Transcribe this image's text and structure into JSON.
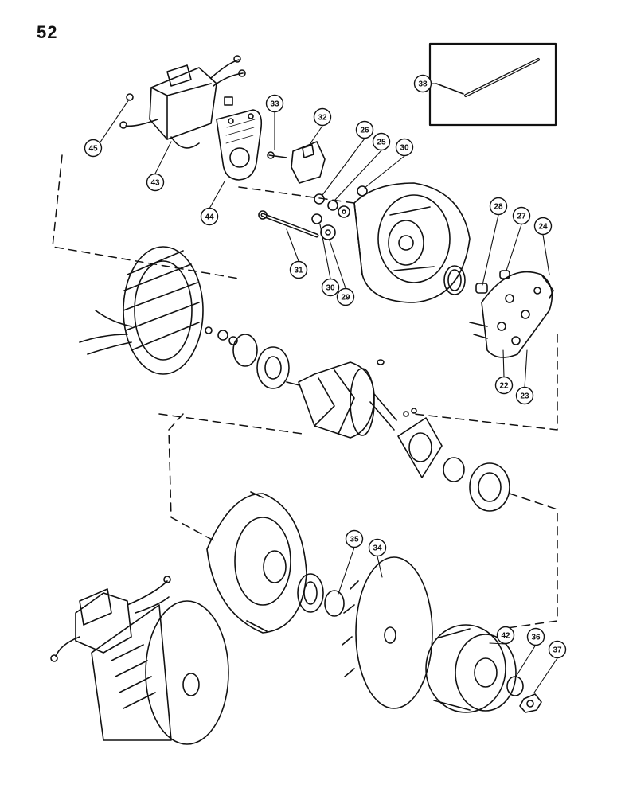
{
  "page_number": "52",
  "callouts": [
    {
      "id": "c38",
      "label": "38"
    },
    {
      "id": "c33",
      "label": "33"
    },
    {
      "id": "c32",
      "label": "32"
    },
    {
      "id": "c26",
      "label": "26"
    },
    {
      "id": "c25",
      "label": "25"
    },
    {
      "id": "c30a",
      "label": "30"
    },
    {
      "id": "c45",
      "label": "45"
    },
    {
      "id": "c43",
      "label": "43"
    },
    {
      "id": "c44",
      "label": "44"
    },
    {
      "id": "c31",
      "label": "31"
    },
    {
      "id": "c30b",
      "label": "30"
    },
    {
      "id": "c29",
      "label": "29"
    },
    {
      "id": "c28",
      "label": "28"
    },
    {
      "id": "c27",
      "label": "27"
    },
    {
      "id": "c24",
      "label": "24"
    },
    {
      "id": "c22",
      "label": "22"
    },
    {
      "id": "c23",
      "label": "23"
    },
    {
      "id": "c35",
      "label": "35"
    },
    {
      "id": "c34",
      "label": "34"
    },
    {
      "id": "c42",
      "label": "42"
    },
    {
      "id": "c36",
      "label": "36"
    },
    {
      "id": "c37",
      "label": "37"
    }
  ]
}
